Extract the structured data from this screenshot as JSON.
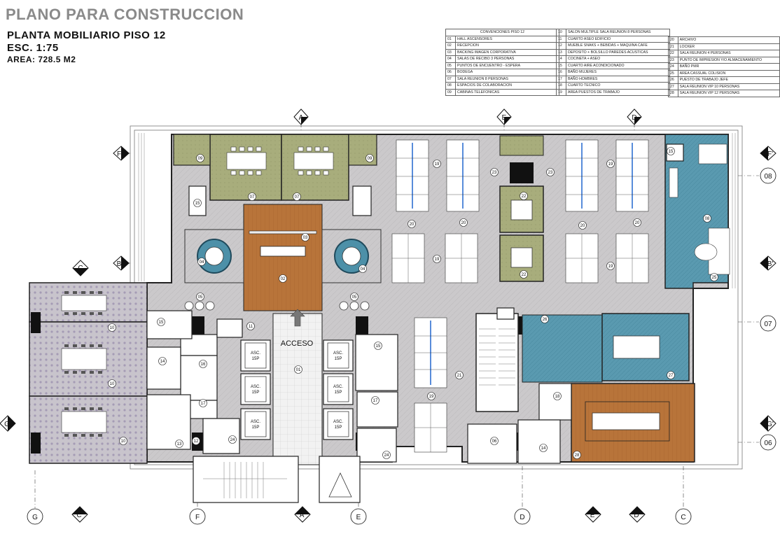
{
  "title": "PLANO PARA CONSTRUCCION",
  "subtitle": "PLANTA MOBILIARIO PISO 12",
  "scale": "ESC. 1:75",
  "area": "AREA: 728.5 M2",
  "legend": {
    "header": "CONVENCIONES PISO 12",
    "col1": [
      {
        "n": "01",
        "t": "HALL ASCENSORES"
      },
      {
        "n": "02",
        "t": "RECEPCION"
      },
      {
        "n": "03",
        "t": "BACKING IMAGEN CORPORATIVA"
      },
      {
        "n": "04",
        "t": "SALAS DE RECIBO 3 PERSONAS"
      },
      {
        "n": "05",
        "t": "PUNTOS DE ENCUENTRO - ESPERA"
      },
      {
        "n": "06",
        "t": "BODEGA"
      },
      {
        "n": "07",
        "t": "SALA REUNION 8 PERSONAS"
      },
      {
        "n": "08",
        "t": "ESPACIOS DE COLABORACION"
      },
      {
        "n": "09",
        "t": "CABINAS TELEFONICAS"
      }
    ],
    "col2": [
      {
        "n": "10",
        "t": "SALON MULTIPLE SALA REUNION 8 PERSONAS"
      },
      {
        "n": "11",
        "t": "CUARTO ASEO EDIFICIO"
      },
      {
        "n": "12",
        "t": "MUEBLE SNAKS + BEBIDAS + MAQUINA CAFE"
      },
      {
        "n": "13",
        "t": "DEPOSITO + BOLSILLO PAREDES ACUSTICAS"
      },
      {
        "n": "14",
        "t": "COCINETA + ASEO"
      },
      {
        "n": "15",
        "t": "CUARTO AIRE ACONDICIONADO"
      },
      {
        "n": "16",
        "t": "BAÑO MUJERES"
      },
      {
        "n": "17",
        "t": "BAÑO HOMBRES"
      },
      {
        "n": "18",
        "t": "CUARTO TECNICO"
      },
      {
        "n": "19",
        "t": "AREA PUESTOS DE TRABAJO"
      }
    ],
    "col3": [
      {
        "n": "20",
        "t": "ARCHIVO"
      },
      {
        "n": "21",
        "t": "LOCKER"
      },
      {
        "n": "22",
        "t": "SALA REUNION 4 PERSONAS"
      },
      {
        "n": "23",
        "t": "PUNTO DE IMPRESION Y/O ALMACENAMIENTO"
      },
      {
        "n": "24",
        "t": "BAÑO PMR"
      },
      {
        "n": "25",
        "t": "AREA CASSUAL COLISION"
      },
      {
        "n": "26",
        "t": "PUESTO DE TRABAJO JEFE"
      },
      {
        "n": "27",
        "t": "SALA REUNION VIP 10 PERSONAS"
      },
      {
        "n": "28",
        "t": "SALA REUNION VIP 12 PERSONAS"
      }
    ]
  },
  "axes": {
    "top": [
      "A",
      "E",
      "D"
    ],
    "left": [
      "F",
      "B",
      "C",
      "G"
    ],
    "right": [
      "F'",
      "B'",
      "G'"
    ],
    "right_num": [
      "08",
      "07",
      "06"
    ],
    "bottom": [
      "G",
      "C'",
      "F",
      "A'",
      "E",
      "D",
      "E'",
      "D'",
      "C"
    ]
  },
  "plan": {
    "access_label": "ACCESO",
    "elevator_label": "ASC.",
    "elevator_sub": "15P",
    "room_numbers": [
      "01",
      "02",
      "03",
      "04",
      "05",
      "06",
      "07",
      "08",
      "09",
      "10",
      "11",
      "12",
      "13",
      "14",
      "15",
      "16",
      "17",
      "18",
      "19",
      "20",
      "21",
      "22",
      "23",
      "24",
      "25",
      "26",
      "27",
      "28"
    ]
  },
  "colors": {
    "wood": "#b8743a",
    "teal": "#4f8fa6",
    "olive": "#a8ad7c",
    "brown": "#8a7358",
    "floor": "#c9c7c9"
  }
}
